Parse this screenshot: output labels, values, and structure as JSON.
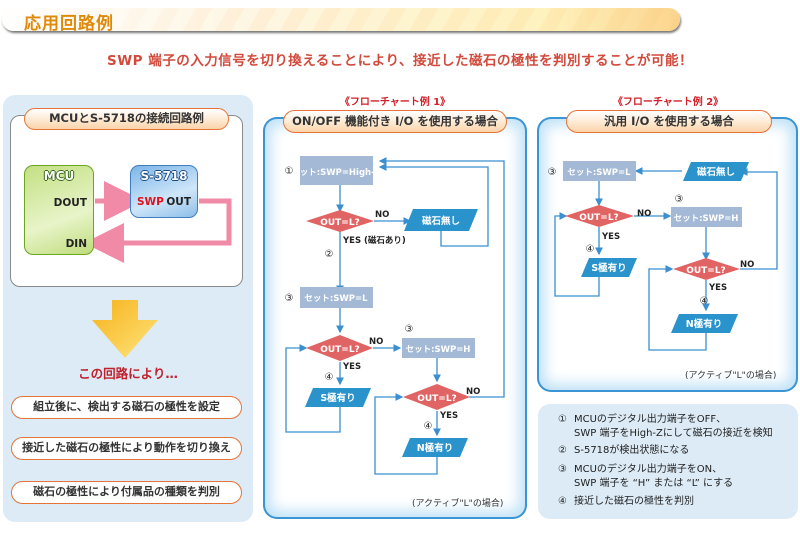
{
  "header": {
    "title": "応用回路例",
    "subtitle": "SWP 端子の入力信号を切り換えることにより、接近した磁石の極性を判別することが可能！"
  },
  "circuit": {
    "heading": "MCUとS-5718の接続回路例",
    "mcu": {
      "name": "MCU",
      "pin_out": "DOUT",
      "pin_in": "DIN"
    },
    "sensor": {
      "name": "S-5718",
      "pin_in": "SWP",
      "pin_out": "OUT"
    },
    "colors": {
      "mcu": "#a8d15e",
      "sensor": "#5a9ee0",
      "wire": "#f08aa6",
      "swp": "#e0101c"
    },
    "result_heading": "この回路により…",
    "benefits": [
      "組立後に、検出する磁石の極性を設定",
      "接近した磁石の極性により動作を切り換え",
      "磁石の極性により付属品の種類を判別"
    ]
  },
  "flowchart1": {
    "caption": "《フローチャート例 1》",
    "heading": "ON/OFF 機能付き I/O を使用する場合",
    "nodes": {
      "set_highz": "セット:SWP=High-Z",
      "decision1": "OUT=L?",
      "no_magnet": "磁石無し",
      "set_l": "セット:SWP=L",
      "decision2": "OUT=L?",
      "set_h": "セット:SWP=H",
      "s_pole": "S極有り",
      "decision3": "OUT=L?",
      "n_pole": "N極有り"
    },
    "labels": {
      "no": "NO",
      "yes": "YES",
      "yes_magnet": "YES (磁石あり)",
      "step1": "①",
      "step2": "②",
      "step3": "③",
      "step4": "④"
    },
    "note": "(アクティブ\"L\"の場合)"
  },
  "flowchart2": {
    "caption": "《フローチャート例 2》",
    "heading": "汎用 I/O を使用する場合",
    "nodes": {
      "set_l": "セット:SWP=L",
      "no_magnet": "磁石無し",
      "decision1": "OUT=L?",
      "set_h": "セット:SWP=H",
      "s_pole": "S極有り",
      "decision2": "OUT=L?",
      "n_pole": "N極有り"
    },
    "labels": {
      "no": "NO",
      "yes": "YES",
      "step3": "③",
      "step4": "④"
    },
    "note": "(アクティブ\"L\"の場合)"
  },
  "legend": {
    "items": [
      {
        "num": "①",
        "lines": [
          "MCUのデジタル出力端子をOFF、",
          "SWP 端子をHigh-Zにして磁石の接近を検知"
        ]
      },
      {
        "num": "②",
        "lines": [
          "S-5718が検出状態になる"
        ]
      },
      {
        "num": "③",
        "lines": [
          "MCUのデジタル出力端子をON、",
          "SWP 端子を “H” または “L” にする"
        ]
      },
      {
        "num": "④",
        "lines": [
          "接近した磁石の極性を判別"
        ]
      }
    ]
  },
  "colors": {
    "process_box": "#a3b9d6",
    "decision": "#e06464",
    "io_box": "#2a93cc",
    "flow_line": "#3b8fd0",
    "accent_red": "#d14a3c"
  }
}
